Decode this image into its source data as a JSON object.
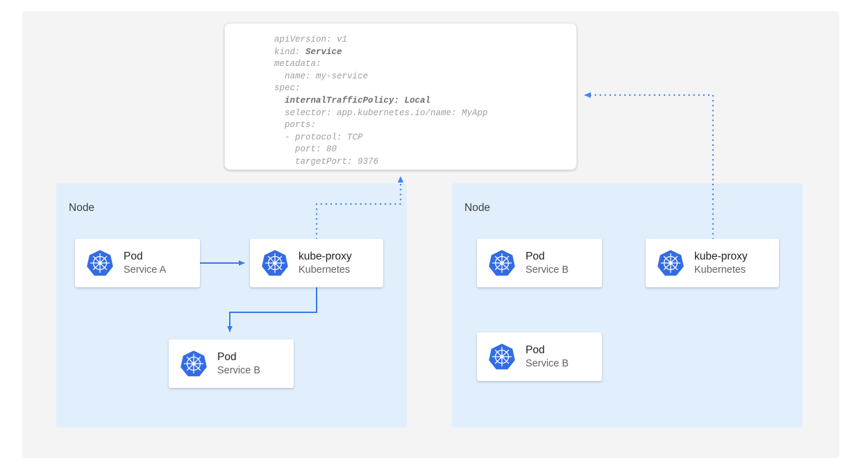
{
  "theme": {
    "canvas_bg": "#f4f4f4",
    "node_bg": "#e1effd",
    "card_bg": "#ffffff",
    "accent_blue": "#4285f4",
    "arrow_blue": "#3b78e7",
    "title_text": "#202124",
    "sub_text": "#5f6368",
    "code_text": "#9e9e9e",
    "code_bold_text": "#707070"
  },
  "yaml": {
    "lines": [
      {
        "text": "apiVersion: v1",
        "bold": false
      },
      {
        "text": "kind: ",
        "bold_suffix": "Service"
      },
      {
        "text": "metadata:",
        "bold": false
      },
      {
        "text": "  name: my-service",
        "bold": false
      },
      {
        "text": "spec:",
        "bold": false
      },
      {
        "text": "",
        "bold_whole": "  internalTrafficPolicy: Local"
      },
      {
        "text": "  selector: app.kubernetes.io/name: MyApp",
        "bold": false
      },
      {
        "text": "  ports:",
        "bold": false
      },
      {
        "text": "  - protocol: TCP",
        "bold": false
      },
      {
        "text": "    port: 80",
        "bold": false
      },
      {
        "text": "    targetPort: 9376",
        "bold": false
      }
    ],
    "line_1": "apiVersion: v1",
    "line_2_prefix": "kind: ",
    "line_2_bold": "Service",
    "line_3": "metadata:",
    "line_4": "  name: my-service",
    "line_5": "spec:",
    "line_6_bold": "  internalTrafficPolicy: Local",
    "line_7": "  selector: app.kubernetes.io/name: MyApp",
    "line_8": "  ports:",
    "line_9": "  - protocol: TCP",
    "line_10": "    port: 80",
    "line_11": "    targetPort: 9376"
  },
  "nodes": [
    {
      "label": "Node"
    },
    {
      "label": "Node"
    }
  ],
  "cards": {
    "pod_a": {
      "title": "Pod",
      "subtitle": "Service A",
      "icon": "kubernetes-icon"
    },
    "kproxy_left": {
      "title": "kube-proxy",
      "subtitle": "Kubernetes",
      "icon": "kubernetes-icon"
    },
    "pod_b_left": {
      "title": "Pod",
      "subtitle": "Service B",
      "icon": "kubernetes-icon"
    },
    "pod_b_r1": {
      "title": "Pod",
      "subtitle": "Service B",
      "icon": "kubernetes-icon"
    },
    "pod_b_r2": {
      "title": "Pod",
      "subtitle": "Service B",
      "icon": "kubernetes-icon"
    },
    "kproxy_right": {
      "title": "kube-proxy",
      "subtitle": "Kubernetes",
      "icon": "kubernetes-icon"
    }
  },
  "connectors": [
    {
      "name": "pod-a-to-kube-proxy",
      "style": "solid",
      "arrow": "right"
    },
    {
      "name": "kube-proxy-to-pod-b",
      "style": "solid",
      "arrow": "down"
    },
    {
      "name": "kube-proxy-left-to-service",
      "style": "dotted",
      "arrow": "up"
    },
    {
      "name": "kube-proxy-right-to-service",
      "style": "dotted",
      "arrow": "left"
    }
  ]
}
